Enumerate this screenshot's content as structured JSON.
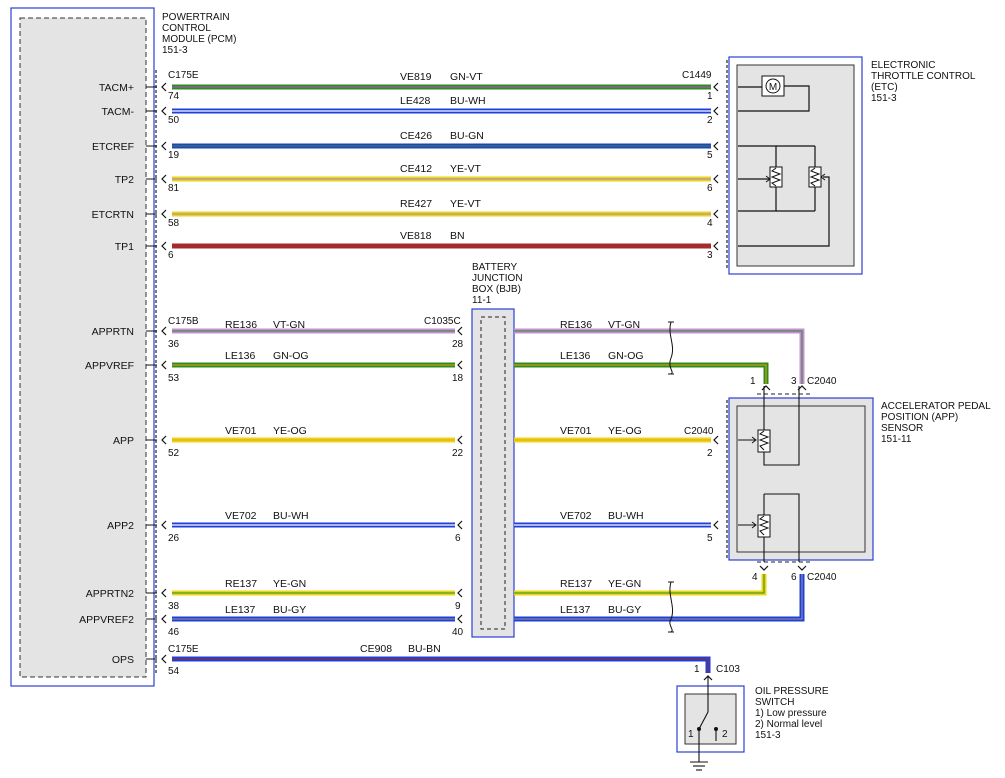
{
  "pcm": {
    "title": [
      "POWERTRAIN",
      "CONTROL",
      "MODULE (PCM)",
      "151-3"
    ]
  },
  "etc": {
    "title": [
      "ELECTRONIC",
      "THROTTLE CONTROL",
      "(ETC)",
      "151-3"
    ],
    "motor": "M"
  },
  "bjb": {
    "title": [
      "BATTERY",
      "JUNCTION",
      "BOX (BJB)",
      "11-1"
    ]
  },
  "app": {
    "title": [
      "ACCELERATOR PEDAL",
      "POSITION (APP)",
      "SENSOR",
      "151-11"
    ]
  },
  "ops": {
    "title": [
      "OIL PRESSURE",
      "SWITCH",
      "1) Low pressure",
      "2) Normal level",
      "151-3"
    ],
    "pos1": "1",
    "pos2": "2"
  },
  "connectors": {
    "c175e_top": "C175E",
    "c175b": "C175B",
    "c175e_bottom": "C175E",
    "c1449": "C1449",
    "c1035c": "C1035C",
    "c2040_top": "C2040",
    "c2040_mid": "C2040",
    "c2040_bottom": "C2040",
    "c103": "C103"
  },
  "signals": [
    "TACM+",
    "TACM-",
    "ETCREF",
    "TP2",
    "ETCRTN",
    "TP1",
    "APPRTN",
    "APPVREF",
    "APP",
    "APP2",
    "APPRTN2",
    "APPVREF2",
    "OPS"
  ],
  "etc_wires": [
    {
      "circuit": "VE819",
      "color": "GN-VT",
      "pcm_pin": "74",
      "etc_pin": "1",
      "hex": "#2e8b1e",
      "stripe": "#9b59b6"
    },
    {
      "circuit": "LE428",
      "color": "BU-WH",
      "pcm_pin": "50",
      "etc_pin": "2",
      "hex": "#1f3fd6",
      "stripe": "#ffffff"
    },
    {
      "circuit": "CE426",
      "color": "BU-GN",
      "pcm_pin": "19",
      "etc_pin": "5",
      "hex": "#1f3fd6",
      "stripe": "#2e8b1e"
    },
    {
      "circuit": "CE412",
      "color": "YE-VT",
      "pcm_pin": "81",
      "etc_pin": "6",
      "hex": "#e8d61a",
      "stripe": "#b07cc6"
    },
    {
      "circuit": "RE427",
      "color": "YE-VT",
      "pcm_pin": "58",
      "etc_pin": "4",
      "hex": "#e8d61a",
      "stripe": "#b07cc6"
    },
    {
      "circuit": "VE818",
      "color": "BN",
      "pcm_pin": "6",
      "etc_pin": "3",
      "hex": "#a52a2a",
      "stripe": "#a52a2a"
    }
  ],
  "app_wires": [
    {
      "circuit": "RE136",
      "color": "VT-GN",
      "pcm_pin": "36",
      "bjb_pin": "28",
      "hex": "#c58fd6",
      "stripe": "#2e8b1e"
    },
    {
      "circuit": "LE136",
      "color": "GN-OG",
      "pcm_pin": "53",
      "bjb_pin": "18",
      "hex": "#2e8b1e",
      "stripe": "#f39c12"
    },
    {
      "circuit": "VE701",
      "color": "YE-OG",
      "pcm_pin": "52",
      "bjb_pin": "22",
      "app_pin": "2",
      "hex": "#e8d61a",
      "stripe": "#f39c12"
    },
    {
      "circuit": "VE702",
      "color": "BU-WH",
      "pcm_pin": "26",
      "bjb_pin": "6",
      "app_pin": "5",
      "hex": "#1f3fd6",
      "stripe": "#ffffff"
    },
    {
      "circuit": "RE137",
      "color": "YE-GN",
      "pcm_pin": "38",
      "bjb_pin": "9",
      "hex": "#e8d61a",
      "stripe": "#2e8b1e"
    },
    {
      "circuit": "LE137",
      "color": "BU-GY",
      "pcm_pin": "46",
      "bjb_pin": "40",
      "hex": "#1f3fd6",
      "stripe": "#999999"
    }
  ],
  "app_pins": {
    "p1": "1",
    "p3": "3",
    "p4": "4",
    "p6": "6"
  },
  "ops_wire": {
    "circuit": "CE908",
    "color": "BU-BN",
    "pcm_pin": "54",
    "ops_pin": "1",
    "hex": "#1f3fd6",
    "stripe": "#a52a2a"
  }
}
